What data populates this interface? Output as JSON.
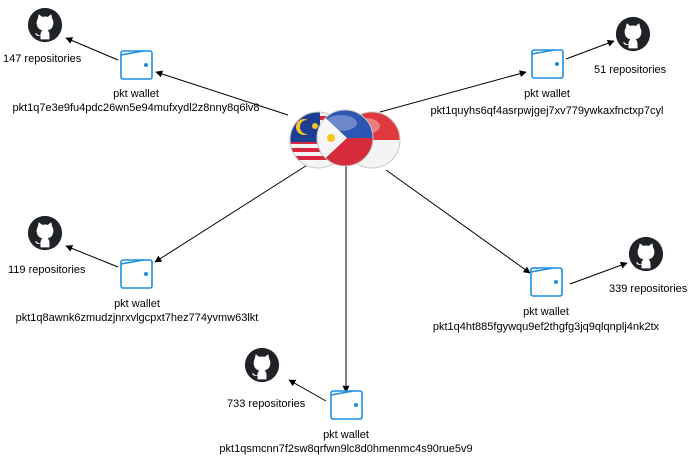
{
  "center": {
    "icon": "country-flags-malaysia-philippines-singapore"
  },
  "wallets": [
    {
      "id": "top-left",
      "label": "pkt wallet",
      "address": "pkt1q7e3e9fu4pdc26wn5e94mufxydl2z8nny8q6lv8",
      "repos": "147 repositories",
      "icon": "github-icon"
    },
    {
      "id": "top-right",
      "label": "pkt wallet",
      "address": "pkt1quyhs6qf4asrpwjgej7xv779ywkaxfnctxp7cyl",
      "repos": "51 repositories",
      "icon": "github-icon"
    },
    {
      "id": "mid-left",
      "label": "pkt wallet",
      "address": "pkt1q8awnk6zmudzjnrxvlgcpxt7hez774yvmw63lkt",
      "repos": "119 repositories",
      "icon": "github-icon"
    },
    {
      "id": "mid-right",
      "label": "pkt wallet",
      "address": "pkt1q4ht885fgywqu9ef2thgfg3jq9qlqnplj4nk2tx",
      "repos": "339 repositories",
      "icon": "github-icon"
    },
    {
      "id": "bottom",
      "label": "pkt wallet",
      "address": "pkt1qsmcnn7f2sw8qrfwn9lc8d0hmenmc4s90rue5v9",
      "repos": "733 repositories",
      "icon": "github-icon"
    }
  ],
  "colors": {
    "wallet": "#1b8fe0",
    "github": "#1f2328",
    "edge": "#000000"
  }
}
